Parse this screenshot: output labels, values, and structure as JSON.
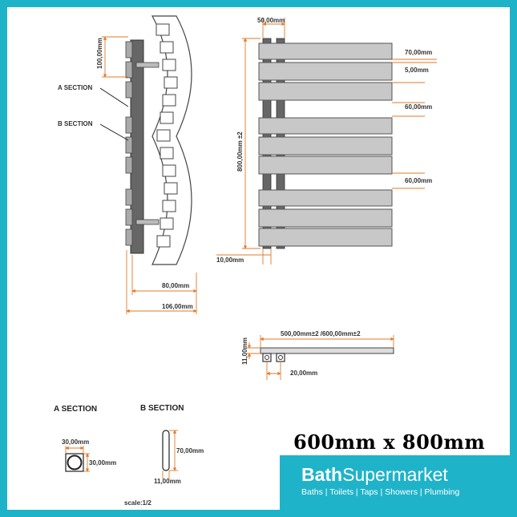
{
  "dimensions": {
    "spacing_100": "100,00mm",
    "width_80": "80,00mm",
    "depth_106": "106,00mm",
    "pipe_50": "50,00mm",
    "height_800": "800,00mm ±2",
    "bar_70": "70,00mm",
    "gap_5": "5,00mm",
    "gap_60_a": "60,00mm",
    "gap_60_b": "60,00mm",
    "bottom_10": "10,00mm",
    "width_500_600": "500,00mm±2 /600,00mm±2",
    "thick_11": "11,00mm",
    "valve_20": "20,00mm",
    "sec_a_30_top": "30,00mm",
    "sec_a_30_side": "30,00mm",
    "sec_b_70": "70,00mm",
    "sec_b_11": "11,00mm"
  },
  "labels": {
    "a_section_pointer": "A SECTION",
    "b_section_pointer": "B SECTION",
    "a_section_title": "A SECTION",
    "b_section_title": "B SECTION",
    "scale": "scale:1/2"
  },
  "product_size": "600mm x 800mm",
  "brand": {
    "name_part1": "Bath",
    "name_part2": "Supermarket",
    "tagline": "Baths | Toilets | Taps | Showers | Plumbing",
    "color": "#1fb3c9"
  },
  "colors": {
    "dimension_line": "#e07a2a",
    "bar_fill": "#c8c8c8",
    "frame_fill": "#666666"
  }
}
